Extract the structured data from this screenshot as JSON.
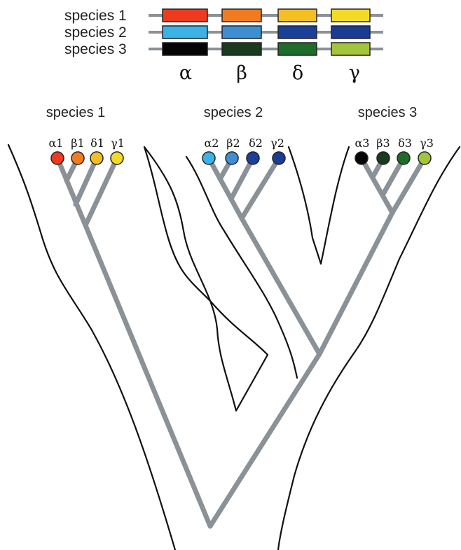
{
  "legend": {
    "rows": [
      {
        "label": "species 1",
        "colors": [
          "#ee3b1f",
          "#f27b22",
          "#f4bf22",
          "#f2db26"
        ]
      },
      {
        "label": "species 2",
        "colors": [
          "#3bb3e6",
          "#3e8fd2",
          "#1a409a",
          "#1b3c94"
        ]
      },
      {
        "label": "species 3",
        "colors": [
          "#050505",
          "#1a3b1c",
          "#1d6c2a",
          "#a3c53a"
        ]
      }
    ],
    "gene_symbols": [
      "α",
      "β",
      "δ",
      "γ"
    ]
  },
  "tree": {
    "species": [
      {
        "name": "species 1",
        "genes": [
          {
            "label": "α1",
            "color": "#ee3b1f"
          },
          {
            "label": "β1",
            "color": "#f27b22"
          },
          {
            "label": "δ1",
            "color": "#f4bf22"
          },
          {
            "label": "γ1",
            "color": "#f2db26"
          }
        ]
      },
      {
        "name": "species 2",
        "genes": [
          {
            "label": "α2",
            "color": "#3bb3e6"
          },
          {
            "label": "β2",
            "color": "#3e8fd2"
          },
          {
            "label": "δ2",
            "color": "#1a409a"
          },
          {
            "label": "γ2",
            "color": "#1b3c94"
          }
        ]
      },
      {
        "name": "species 3",
        "genes": [
          {
            "label": "α3",
            "color": "#050505"
          },
          {
            "label": "β3",
            "color": "#1a3b1c"
          },
          {
            "label": "δ3",
            "color": "#1d6c2a"
          },
          {
            "label": "γ3",
            "color": "#a3c53a"
          }
        ]
      }
    ],
    "branch_color": "#8a9197",
    "outline_color": "#111111"
  }
}
